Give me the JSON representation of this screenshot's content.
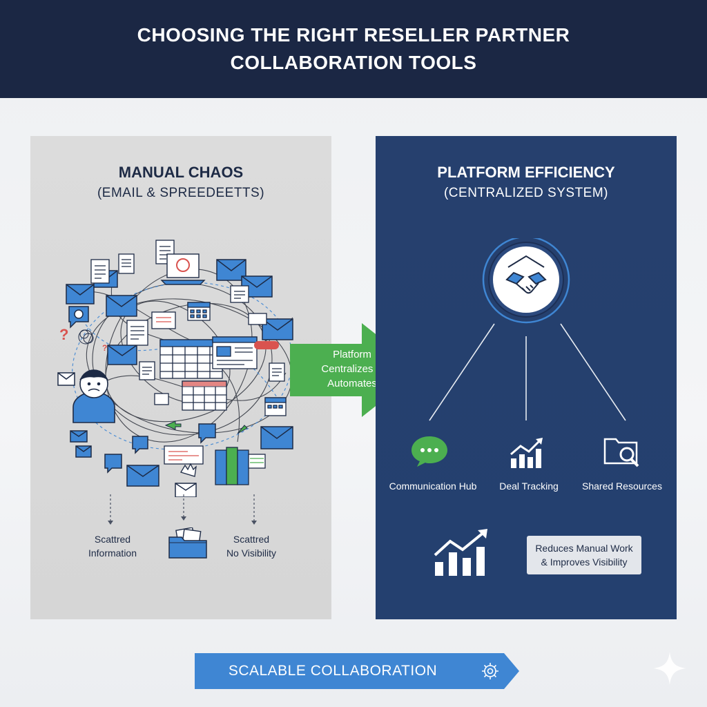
{
  "header": {
    "title_line1": "CHOOSING THE RIGHT RESELLER PARTNER",
    "title_line2": "COLLABORATION TOOLS"
  },
  "left_panel": {
    "title": "MANUAL CHAOS",
    "subtitle": "(EMAIL & SPREEDEETTS)",
    "label_left_line1": "Scattred",
    "label_left_line2": "Information",
    "label_right_line1": "Scattred",
    "label_right_line2": "No Visibility"
  },
  "arrow": {
    "line1": "Platform",
    "line2": "Centralizes &",
    "line3": "Automates"
  },
  "right_panel": {
    "title": "PLATFORM EFFICIENCY",
    "subtitle": "(CENTRALIZED SYSTEM)",
    "features": [
      "Communication Hub",
      "Deal Tracking",
      "Shared Resources"
    ],
    "badge_line1": "Reduces Manual Work",
    "badge_line2": "& Improves Visibility"
  },
  "footer": {
    "banner": "SCALABLE COLLABORATION"
  },
  "colors": {
    "header_bg": "#1b2744",
    "panel_navy": "#26406e",
    "accent_blue": "#3f86d3",
    "accent_green": "#4caf50",
    "panel_gray": "#d9d9d9"
  }
}
